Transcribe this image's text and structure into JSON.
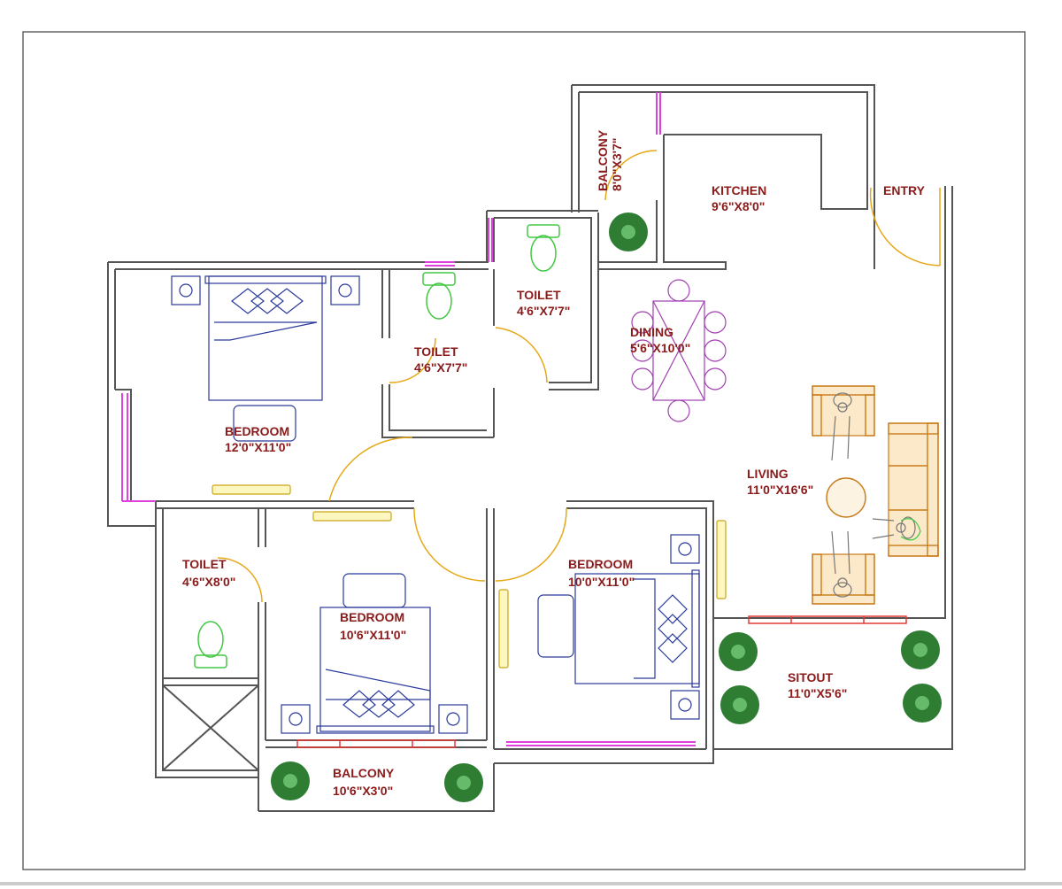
{
  "rooms": {
    "balcony_top": {
      "name": "BALCONY",
      "size": "8'0\"X3'7\""
    },
    "kitchen": {
      "name": "KITCHEN",
      "size": "9'6\"X8'0\""
    },
    "entry": {
      "name": "ENTRY"
    },
    "toilet_mid": {
      "name": "TOILET",
      "size": "4'6\"X7'7\""
    },
    "toilet_left": {
      "name": "TOILET",
      "size": "4'6\"X7'7\""
    },
    "dining": {
      "name": "DINING",
      "size": "5'6\"X10'0\""
    },
    "bedroom_master": {
      "name": "BEDROOM",
      "size": "12'0\"X11'0\""
    },
    "living": {
      "name": "LIVING",
      "size": "11'0\"X16'6\""
    },
    "toilet_small": {
      "name": "TOILET",
      "size": "4'6\"X8'0\""
    },
    "bedroom_right": {
      "name": "BEDROOM",
      "size": "10'0\"X11'0\""
    },
    "bedroom_center": {
      "name": "BEDROOM",
      "size": "10'6\"X11'0\""
    },
    "sitout": {
      "name": "SITOUT",
      "size": "11'0\"X5'6\""
    },
    "balcony_bottom": {
      "name": "BALCONY",
      "size": "10'6\"X3'0\""
    }
  },
  "colors": {
    "label": "#8b1a1a",
    "wall": "#555555",
    "door": "#e6a817",
    "window": "#e040e0",
    "window_red": "#e53935",
    "furniture": "#2a3a9a",
    "sanitary": "#43c843",
    "dining": "#a040b0",
    "sofa": "#c97a1a",
    "plant": "#2e7d32"
  }
}
